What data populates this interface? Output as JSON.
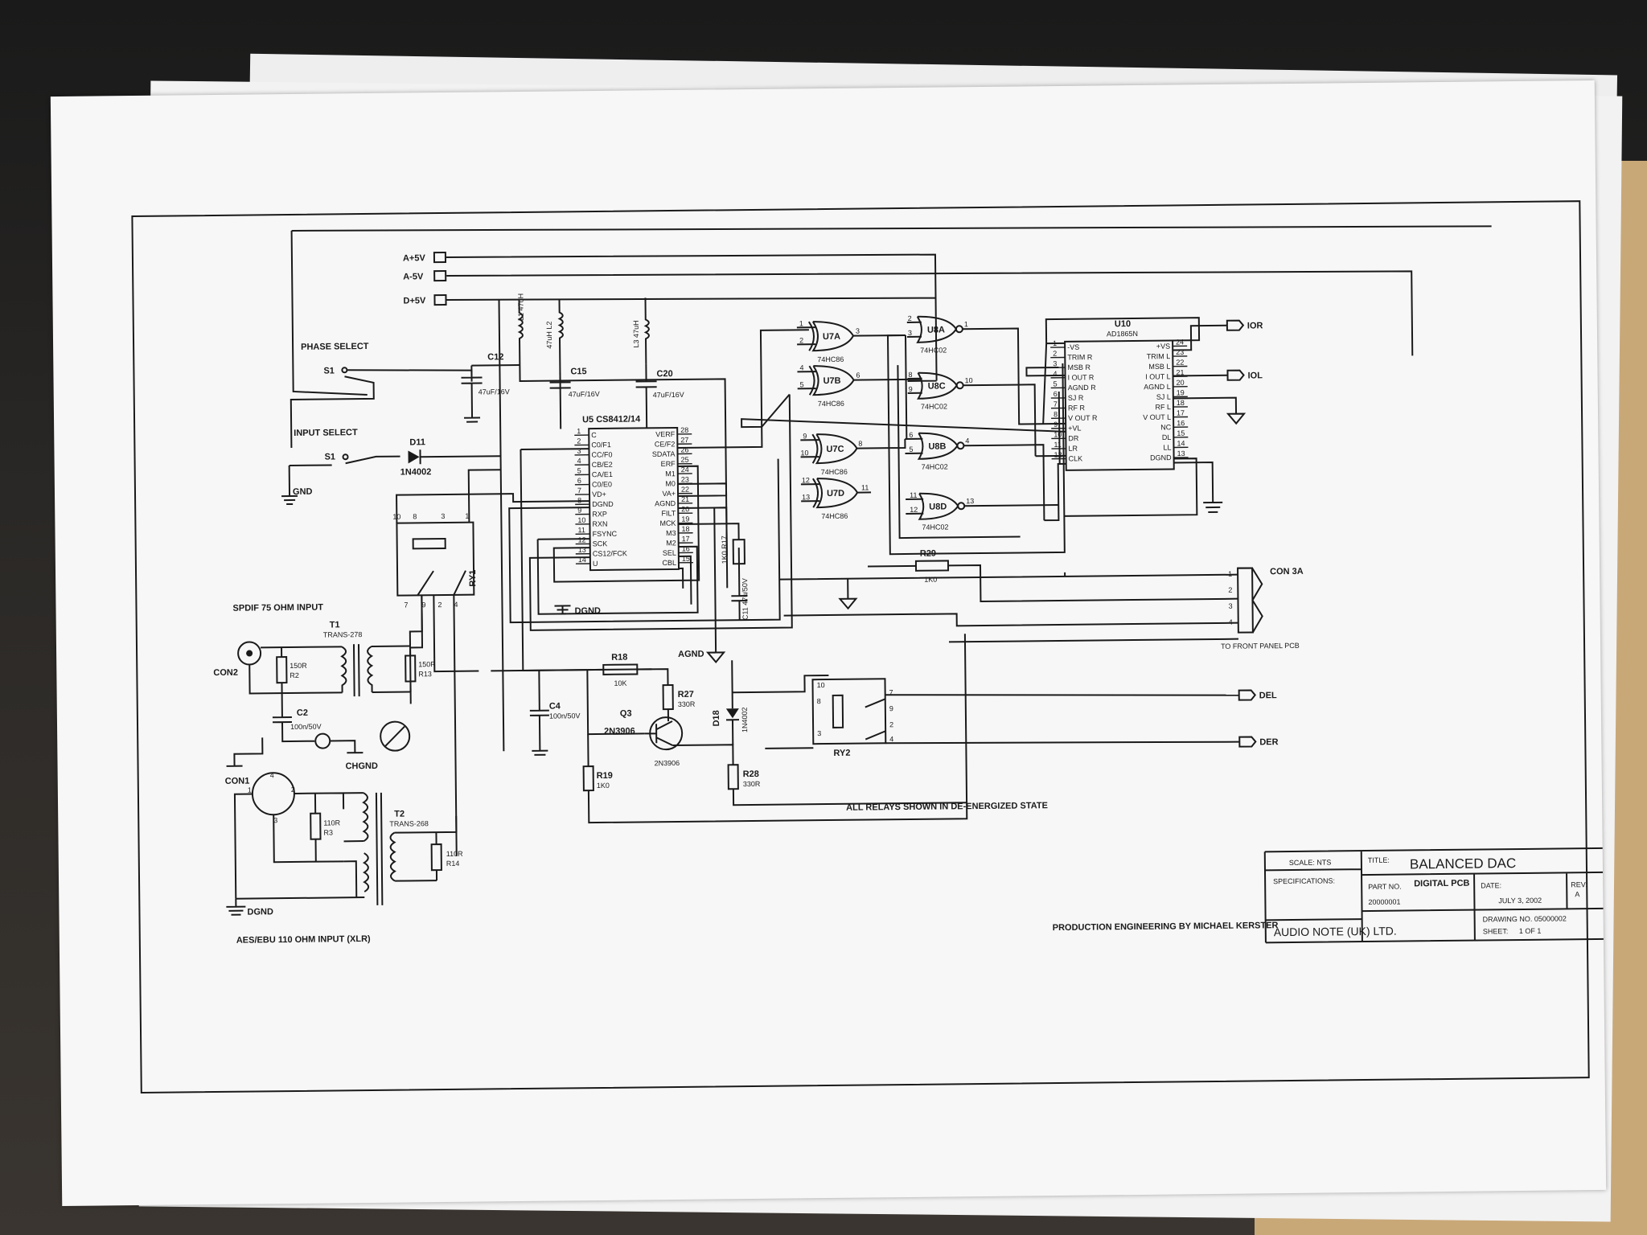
{
  "power_labels": [
    "A+5V",
    "A-5V",
    "D+5V"
  ],
  "section_labels": {
    "phase_select": "PHASE SELECT",
    "input_select": "INPUT SELECT",
    "spdif": "SPDIF 75 OHM INPUT",
    "aes": "AES/EBU 110 OHM INPUT (XLR)",
    "front_panel": "TO FRONT PANEL PCB",
    "relays_note": "ALL RELAYS SHOWN IN DE-ENERGIZED STATE",
    "production": "PRODUCTION ENGINEERING BY MICHAEL KERSTER"
  },
  "components": {
    "s1a": "S1",
    "s1b": "S1",
    "d11": "D11",
    "d11_val": "1N4002",
    "gnd": "GND",
    "dgnd": "DGND",
    "agnd": "AGND",
    "cgnd": "CHGND",
    "dgnd2": "DGND",
    "l1": "L1  47uH",
    "l2": "47uH  L2",
    "l3": "L3  47uH",
    "c12": "C12",
    "c12_val": "47uF/16V",
    "c15": "C15",
    "c15_val": "47uF/16V",
    "c20": "C20",
    "c20_val": "47uF/16V",
    "u5": "U5  CS8412/14",
    "r17": "1K0  R17",
    "c11": "C11  47u/50V",
    "c4": "C4",
    "c4_val": "100n/50V",
    "r18": "R18",
    "r18_val": "10K",
    "r27": "R27",
    "r27_val": "330R",
    "q3": "Q3",
    "q3_val": "2N3906",
    "q3_val2": "2N3906",
    "d18": "D18",
    "d18_val": "1N4002",
    "r28": "R28",
    "r28_val": "330R",
    "r19": "R19",
    "r19_val": "1K0",
    "ry1": "RY1",
    "ry2": "RY2",
    "t1": "T1",
    "t1_val": "TRANS-278",
    "t2": "T2",
    "t2_val": "TRANS-268",
    "r2": "150R",
    "r2b": "R2",
    "r13": "150R",
    "r13b": "R13",
    "c2": "C2",
    "c2_val": "100n/50V",
    "con2": "CON2",
    "con1": "CON1",
    "r3": "110R",
    "r3b": "R3",
    "r14": "110R",
    "r14b": "R14",
    "u7a": "U7A",
    "u7b": "U7B",
    "u7c": "U7C",
    "u7d": "U7D",
    "u8a": "U8A",
    "u8b": "U8B",
    "u8c": "U8C",
    "u8d": "U8D",
    "hc86": "74HC86",
    "hc02": "74HC02",
    "u10": "U10",
    "u10_val": "AD1865N",
    "r29": "R29",
    "r29_val": "1K0",
    "con3": "CON 3A",
    "ior": "IOR",
    "iol": "IOL",
    "del": "DEL",
    "der": "DER"
  },
  "u5_pins_left": [
    {
      "n": "1",
      "s": "C"
    },
    {
      "n": "2",
      "s": "C0/F1"
    },
    {
      "n": "3",
      "s": "CC/F0"
    },
    {
      "n": "4",
      "s": "CB/E2"
    },
    {
      "n": "5",
      "s": "CA/E1"
    },
    {
      "n": "6",
      "s": "C0/E0"
    },
    {
      "n": "7",
      "s": "VD+"
    },
    {
      "n": "8",
      "s": "DGND"
    },
    {
      "n": "9",
      "s": "RXP"
    },
    {
      "n": "10",
      "s": "RXN"
    },
    {
      "n": "11",
      "s": "FSYNC"
    },
    {
      "n": "12",
      "s": "SCK"
    },
    {
      "n": "13",
      "s": "CS12/FCK"
    },
    {
      "n": "14",
      "s": "U"
    }
  ],
  "u5_pins_right": [
    {
      "n": "28",
      "s": "VERF"
    },
    {
      "n": "27",
      "s": "CE/F2"
    },
    {
      "n": "26",
      "s": "SDATA"
    },
    {
      "n": "25",
      "s": "ERF"
    },
    {
      "n": "24",
      "s": "M1"
    },
    {
      "n": "23",
      "s": "M0"
    },
    {
      "n": "22",
      "s": "VA+"
    },
    {
      "n": "21",
      "s": "AGND"
    },
    {
      "n": "20",
      "s": "FILT"
    },
    {
      "n": "19",
      "s": "MCK"
    },
    {
      "n": "18",
      "s": "M3"
    },
    {
      "n": "17",
      "s": "M2"
    },
    {
      "n": "16",
      "s": "SEL"
    },
    {
      "n": "15",
      "s": "CBL"
    }
  ],
  "u10_pins_left": [
    {
      "n": "1",
      "s": "-VS"
    },
    {
      "n": "2",
      "s": "TRIM R"
    },
    {
      "n": "3",
      "s": "MSB R"
    },
    {
      "n": "4",
      "s": "I OUT R"
    },
    {
      "n": "5",
      "s": "AGND R"
    },
    {
      "n": "6",
      "s": "SJ R"
    },
    {
      "n": "7",
      "s": "RF R"
    },
    {
      "n": "8",
      "s": "V OUT R"
    },
    {
      "n": "9",
      "s": "+VL"
    },
    {
      "n": "10",
      "s": "DR"
    },
    {
      "n": "11",
      "s": "LR"
    },
    {
      "n": "12",
      "s": "CLK"
    }
  ],
  "u10_pins_right": [
    {
      "n": "24",
      "s": "+VS"
    },
    {
      "n": "23",
      "s": "TRIM L"
    },
    {
      "n": "22",
      "s": "MSB L"
    },
    {
      "n": "21",
      "s": "I OUT L"
    },
    {
      "n": "20",
      "s": "AGND L"
    },
    {
      "n": "19",
      "s": "SJ L"
    },
    {
      "n": "18",
      "s": "RF L"
    },
    {
      "n": "17",
      "s": "V OUT L"
    },
    {
      "n": "16",
      "s": "NC"
    },
    {
      "n": "15",
      "s": "DL"
    },
    {
      "n": "14",
      "s": "LL"
    },
    {
      "n": "13",
      "s": "DGND"
    }
  ],
  "con3_pins": [
    "1",
    "2",
    "3",
    "4"
  ],
  "title_block": {
    "scale_label": "SCALE: NTS",
    "spec_label": "SPECIFICATIONS:",
    "title_label": "TITLE:",
    "title": "BALANCED DAC",
    "subtitle": "DIGITAL PCB",
    "part_label": "PART NO.",
    "part_no": "20000001",
    "date_label": "DATE:",
    "date": "JULY 3, 2002",
    "rev_label": "REV:",
    "rev": "A",
    "company": "AUDIO NOTE (UK) LTD.",
    "drawing_no": "DRAWING NO. 05000002",
    "sheet_label": "SHEET:",
    "sheet": "1 OF 1"
  }
}
